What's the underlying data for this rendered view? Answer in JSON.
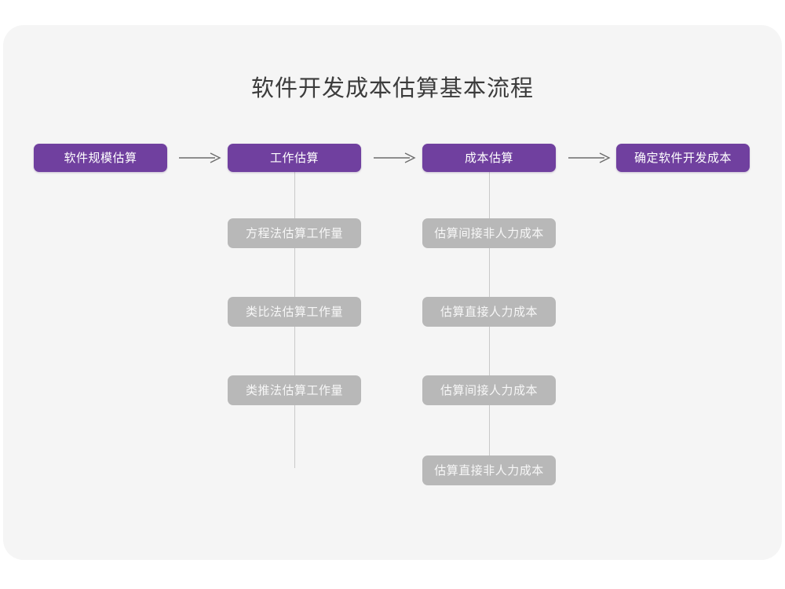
{
  "canvas": {
    "background_color": "#f5f5f5",
    "page_background_color": "#ffffff"
  },
  "diagram": {
    "title": "软件开发成本估算基本流程",
    "type": "flowchart",
    "colors": {
      "primary_node": "#70409f",
      "primary_node_text": "#ffffff",
      "secondary_node": "#b8b8b8",
      "secondary_node_text": "#f7f7f7",
      "connector": "#c9c9c9",
      "arrow": "#6d6d6d",
      "title_text": "#3c3c3c"
    },
    "main_flow": [
      {
        "id": "step-1",
        "label": "软件规模估算"
      },
      {
        "id": "step-2",
        "label": "工作估算"
      },
      {
        "id": "step-3",
        "label": "成本估算"
      },
      {
        "id": "step-4",
        "label": "确定软件开发成本"
      }
    ],
    "arrows": [
      {
        "id": "arrow-1",
        "from": "step-1",
        "to": "step-2",
        "glyph": "→"
      },
      {
        "id": "arrow-2",
        "from": "step-2",
        "to": "step-3",
        "glyph": "→"
      },
      {
        "id": "arrow-3",
        "from": "step-3",
        "to": "step-4",
        "glyph": "→"
      }
    ],
    "branches": [
      {
        "parent": "step-2",
        "children": [
          {
            "id": "step-2-sub-1",
            "label": "方程法估算工作量"
          },
          {
            "id": "step-2-sub-2",
            "label": "类比法估算工作量"
          },
          {
            "id": "step-2-sub-3",
            "label": "类推法估算工作量"
          }
        ]
      },
      {
        "parent": "step-3",
        "children": [
          {
            "id": "step-3-sub-1",
            "label": "估算间接非人力成本"
          },
          {
            "id": "step-3-sub-2",
            "label": "估算直接人力成本"
          },
          {
            "id": "step-3-sub-3",
            "label": "估算间接人力成本"
          },
          {
            "id": "step-3-sub-4",
            "label": "估算直接非人力成本"
          }
        ]
      }
    ]
  }
}
